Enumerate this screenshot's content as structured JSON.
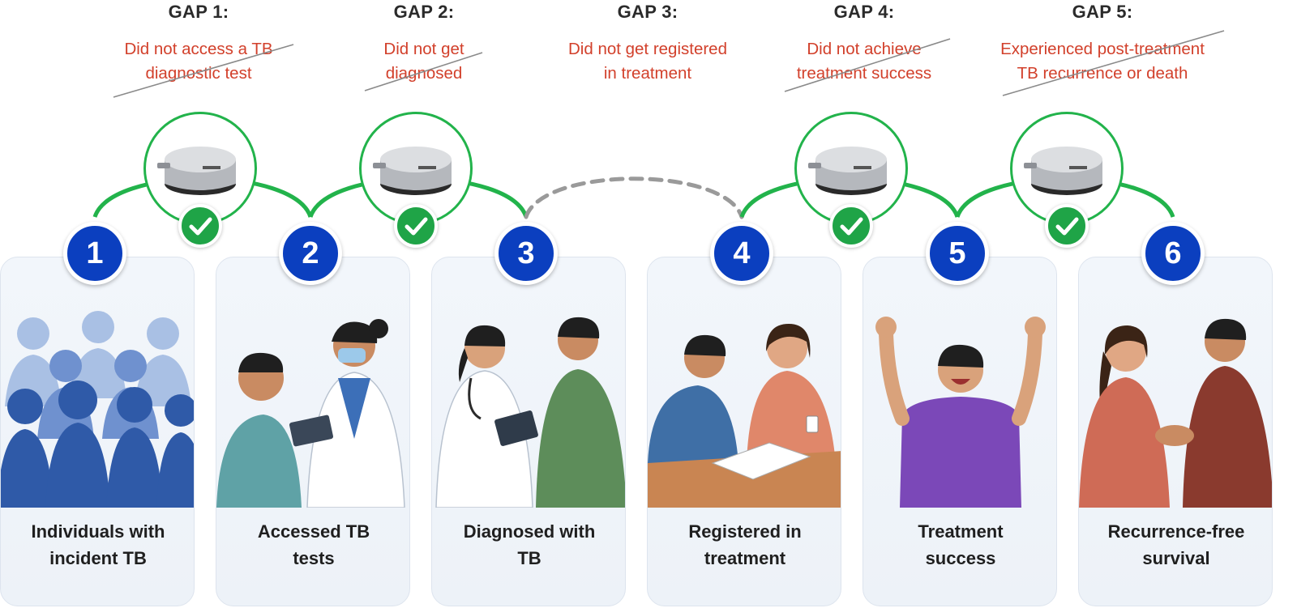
{
  "gaps": [
    {
      "title": "GAP 1:",
      "desc": "Did not access a TB\ndiagnostic test"
    },
    {
      "title": "GAP 2:",
      "desc": "Did not get\ndiagnosed"
    },
    {
      "title": "GAP 3:",
      "desc": "Did not get registered\nin treatment"
    },
    {
      "title": "GAP 4:",
      "desc": "Did not achieve\ntreatment success"
    },
    {
      "title": "GAP 5:",
      "desc": "Experienced post-treatment\nTB recurrence or death"
    }
  ],
  "stages": [
    {
      "number": "1",
      "label": "Individuals with\nincident TB"
    },
    {
      "number": "2",
      "label": "Accessed TB\ntests"
    },
    {
      "number": "3",
      "label": "Diagnosed with\nTB"
    },
    {
      "number": "4",
      "label": "Registered in\ntreatment"
    },
    {
      "number": "5",
      "label": "Treatment\nsuccess"
    },
    {
      "number": "6",
      "label": "Recurrence-free\nsurvival"
    }
  ],
  "connections": [
    {
      "from": "1",
      "to": "2",
      "status": "solid",
      "device": true
    },
    {
      "from": "2",
      "to": "3",
      "status": "solid",
      "device": true
    },
    {
      "from": "3",
      "to": "4",
      "status": "dashed",
      "device": false
    },
    {
      "from": "4",
      "to": "5",
      "status": "solid",
      "device": true
    },
    {
      "from": "5",
      "to": "6",
      "status": "solid",
      "device": true
    }
  ],
  "icons": {
    "device": "diagnostic-device-icon",
    "check": "checkmark-icon",
    "gap_strike": "strikethrough-line"
  },
  "colors": {
    "badge": "#0b3fbf",
    "connector": "#22b34b",
    "check": "#1fa447",
    "dashed": "#9a9a9a",
    "gap_text": "#d2402b",
    "strike": "#8a8a8a",
    "card_bg": "#eef3f9"
  }
}
